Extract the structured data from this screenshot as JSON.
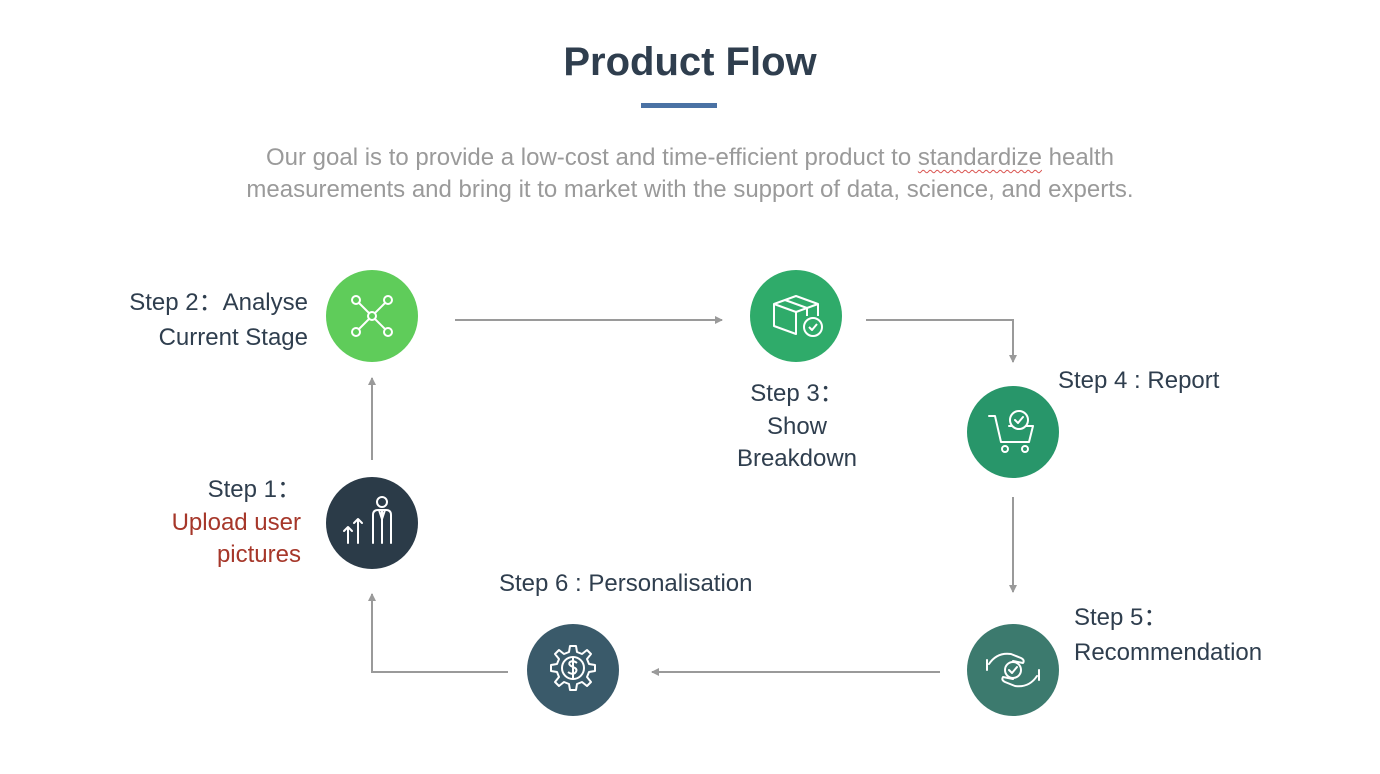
{
  "header": {
    "title": "Product Flow",
    "subtitle_pre": "Our goal is to provide a low-cost and time-efficient product to ",
    "subtitle_marked": "standardize",
    "subtitle_post": " health",
    "subtitle_line2": "measurements and bring it to market with the support of data, science, and experts."
  },
  "steps": {
    "s1": {
      "step": "Step 1：",
      "desc1": "Upload user",
      "desc2": "pictures",
      "icon": "growth-person-icon",
      "color": "#2b3b48"
    },
    "s2": {
      "line1": "Step 2：Analyse",
      "line2": "Current Stage",
      "icon": "network-nodes-icon",
      "color": "#5fcc5a"
    },
    "s3": {
      "line1": "Step 3：",
      "line2": "Show",
      "line3": "Breakdown",
      "icon": "package-check-icon",
      "color": "#2fab6a"
    },
    "s4": {
      "line1": "Step 4 : Report",
      "icon": "cart-check-icon",
      "color": "#28966a"
    },
    "s5": {
      "line1": "Step 5：",
      "line2": "Recommendation",
      "icon": "hands-check-icon",
      "color": "#3c7a6e"
    },
    "s6": {
      "line1": "Step 6 : Personalisation",
      "icon": "gear-dollar-icon",
      "color": "#3a5a6a"
    }
  },
  "colors": {
    "arrow": "#9a9a9a",
    "title_bar": "#4a72a4",
    "highlight_text": "#a6372a"
  }
}
